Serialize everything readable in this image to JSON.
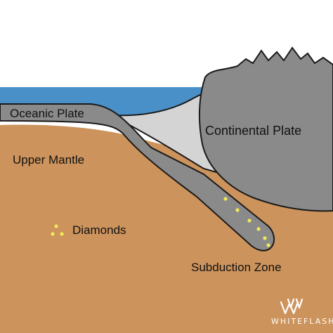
{
  "labels": {
    "oceanic_plate": "Oceanic Plate",
    "continental_plate": "Continental Plate",
    "upper_mantle": "Upper Mantle",
    "diamonds": "Diamonds",
    "subduction_zone": "Subduction Zone"
  },
  "brand": {
    "name": "WHITEFLASH"
  },
  "colors": {
    "ocean": "#4a90c8",
    "mantle": "#cc935c",
    "plate": "#8a8a8a",
    "wedge": "#d4d4d4",
    "diamond": "#f2e95a",
    "outline": "#1a1a1a"
  }
}
